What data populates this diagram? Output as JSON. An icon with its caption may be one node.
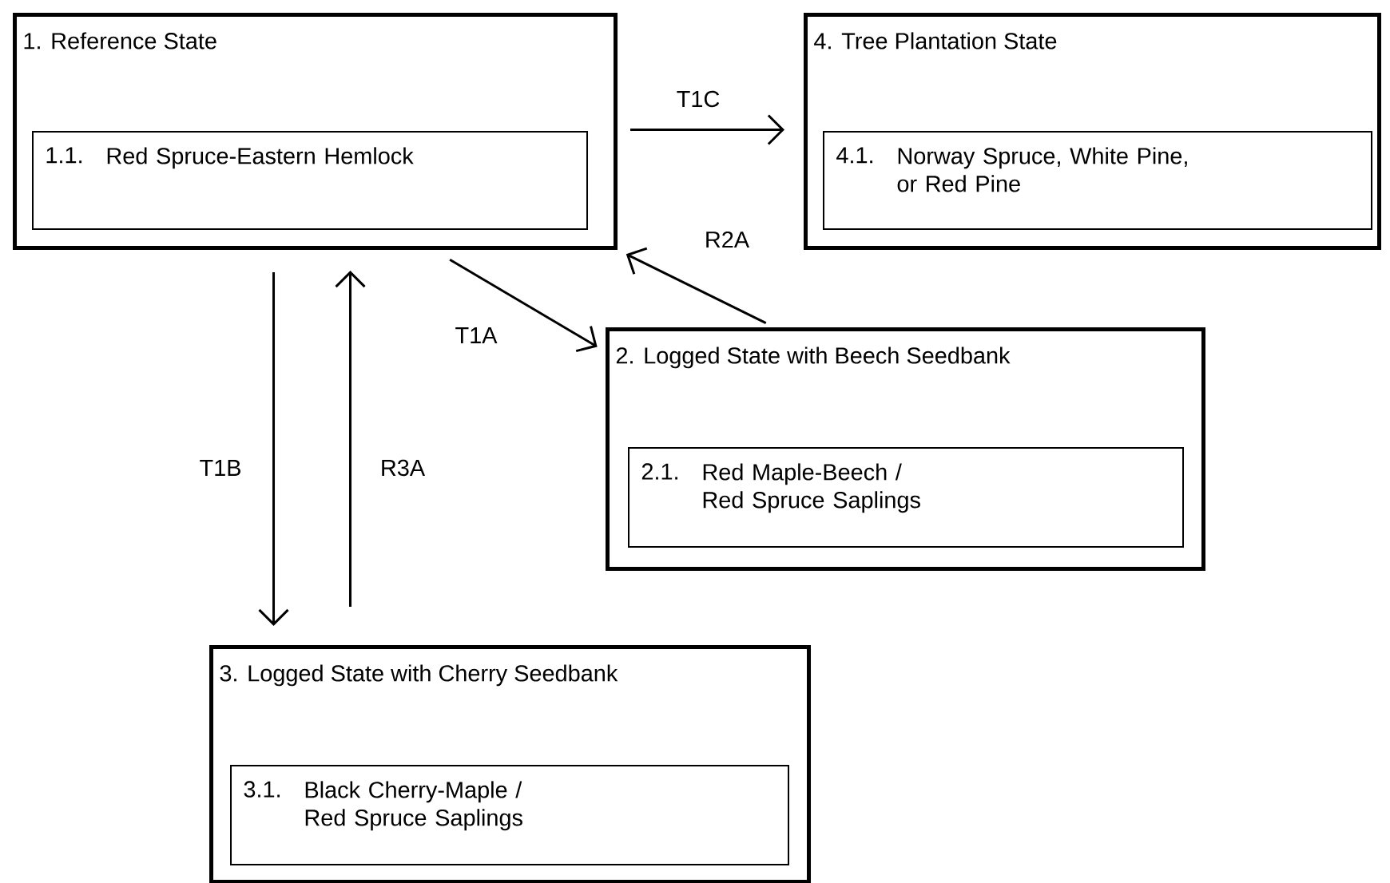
{
  "diagram": {
    "nodes": [
      {
        "text": [
          "1. Reference State"
        ]
      },
      {
        "text": [
          "1.1.",
          "Red Spruce-Eastern Hemlock"
        ],
        "in": 0
      },
      {
        "text": [
          "4. Tree Plantation State"
        ]
      },
      {
        "text": [
          "4.1.",
          "Norway Spruce, White Pine, or Red Pine"
        ],
        "in": 2
      },
      {
        "text": [
          "2. Logged State with Beech Seedbank"
        ]
      },
      {
        "text": [
          "2.1.",
          "Red Maple-Beech / Red Spruce Saplings"
        ],
        "in": 4
      },
      {
        "text": [
          "3. Logged State with Cherry Seedbank"
        ]
      },
      {
        "text": [
          "3.1.",
          "Black Cherry-Maple / Red Spruce Saplings"
        ],
        "in": 6
      }
    ],
    "edges": [
      {
        "from": 0,
        "to": 2,
        "arrow": "to",
        "label": "T1C"
      },
      {
        "from": 4,
        "to": 0,
        "arrow": "to",
        "label": "R2A"
      },
      {
        "from": 0,
        "to": 4,
        "arrow": "to",
        "label": "T1A"
      },
      {
        "from": 0,
        "to": 6,
        "arrow": "to",
        "label": "T1B"
      },
      {
        "from": 6,
        "to": 0,
        "arrow": "to",
        "label": "R3A"
      }
    ]
  }
}
